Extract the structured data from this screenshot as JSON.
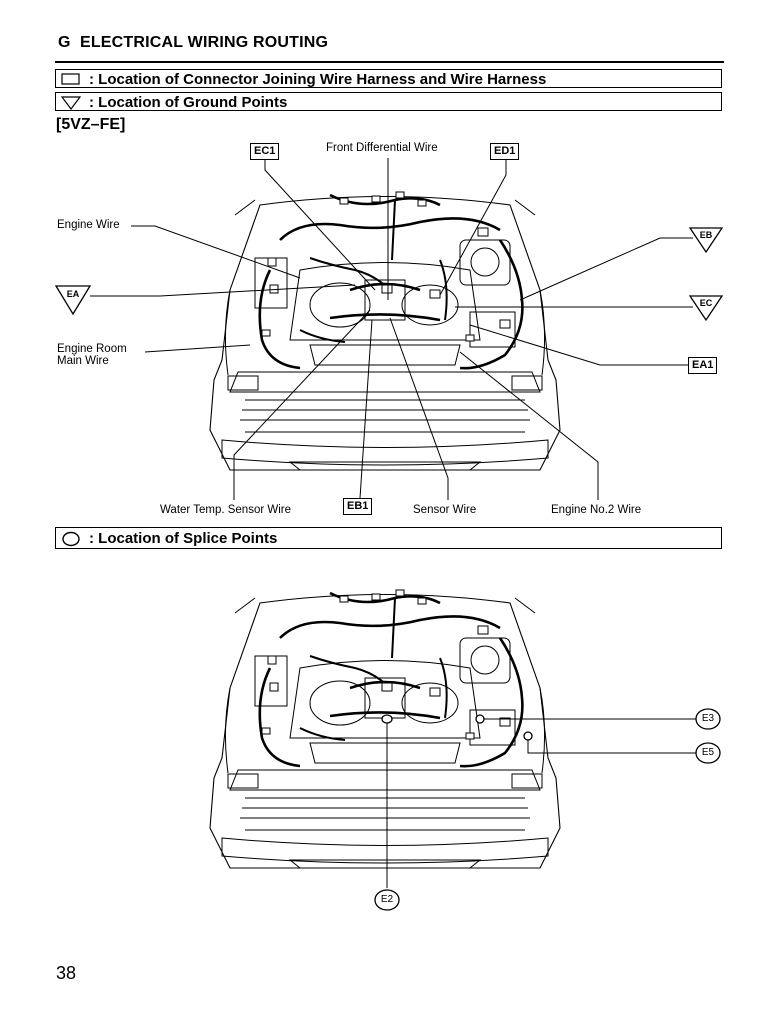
{
  "header": {
    "section_letter": "G",
    "title": "ELECTRICAL WIRING ROUTING"
  },
  "legend": {
    "connector_text": ": Location of Connector Joining Wire Harness and Wire Harness",
    "ground_text": ": Location of Ground Points",
    "splice_text": ": Location of Splice Points"
  },
  "engine_code": "[5VZ–FE]",
  "diagram_top": {
    "connectors": {
      "ec1": "EC1",
      "ed1": "ED1",
      "ea1": "EA1",
      "eb1": "EB1"
    },
    "grounds": {
      "ea": "EA",
      "eb": "EB",
      "ec": "EC"
    },
    "wires": {
      "front_differential": "Front Differential Wire",
      "engine": "Engine Wire",
      "engine_room_main_line1": "Engine Room",
      "engine_room_main_line2": "Main Wire",
      "water_temp_sensor": "Water Temp. Sensor Wire",
      "sensor": "Sensor Wire",
      "engine_no2": "Engine No.2 Wire"
    }
  },
  "diagram_bottom": {
    "splices": {
      "e3": "E3",
      "e5": "E5",
      "e2": "E2"
    }
  },
  "page_number": "38"
}
